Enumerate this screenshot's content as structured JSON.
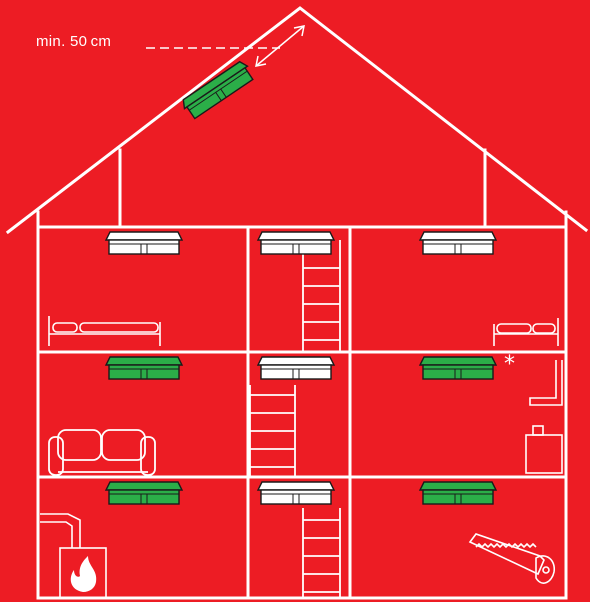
{
  "diagram": {
    "distance_label": "min. 50 cm",
    "footnote_marker": "*",
    "colors": {
      "background": "#ED1C24",
      "lines": "#FFFFFF",
      "detector_active": "#2BAE48",
      "detector_optional": "#FFFFFF",
      "outline": "#1A1A1A"
    },
    "detectors": [
      {
        "location": "attic",
        "state": "active"
      },
      {
        "location": "upper-floor-left",
        "state": "optional"
      },
      {
        "location": "upper-floor-stairwell",
        "state": "optional"
      },
      {
        "location": "upper-floor-right",
        "state": "optional"
      },
      {
        "location": "middle-floor-left",
        "state": "active"
      },
      {
        "location": "middle-floor-stairwell",
        "state": "optional"
      },
      {
        "location": "middle-floor-right",
        "state": "active"
      },
      {
        "location": "ground-floor-left",
        "state": "active"
      },
      {
        "location": "ground-floor-stairwell",
        "state": "optional"
      },
      {
        "location": "ground-floor-right",
        "state": "active"
      }
    ],
    "icons": [
      "bed-icon",
      "bed-icon",
      "sofa-icon",
      "kitchen-icon",
      "heater-flame-icon",
      "saw-icon",
      "ladder-icon"
    ]
  }
}
